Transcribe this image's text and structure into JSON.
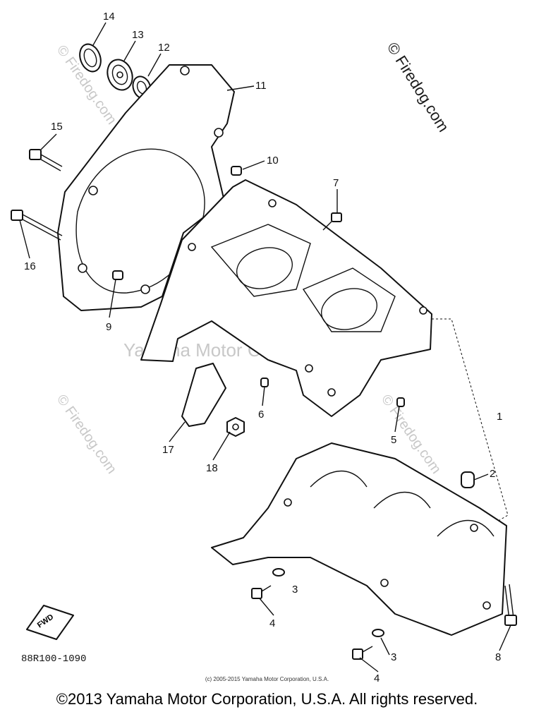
{
  "callouts": [
    "14",
    "13",
    "12",
    "11",
    "15",
    "10",
    "7",
    "16",
    "9",
    "6",
    "1",
    "5",
    "17",
    "18",
    "2",
    "3",
    "4",
    "8"
  ],
  "watermark_main": "© Firedog.com",
  "watermark_center": "Yamaha Motor Corp., U.S.A.",
  "fwd_label": "FWD",
  "part_code": "88R100-1090",
  "small_copyright": "(c) 2005-2015 Yamaha Motor Corporation, U.S.A.",
  "footer_copyright": "©2013 Yamaha Motor Corporation, U.S.A. All rights reserved."
}
